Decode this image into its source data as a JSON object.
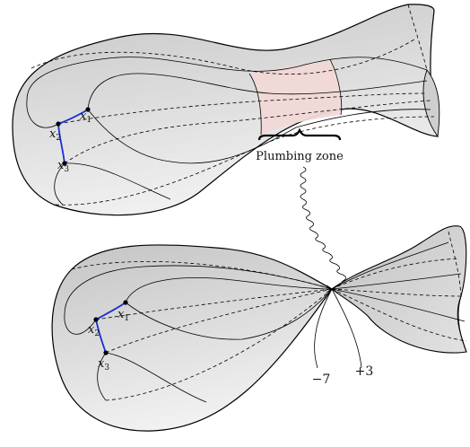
{
  "top_surface": {
    "points": [
      {
        "name": "x",
        "sub": "1"
      },
      {
        "name": "x",
        "sub": "2"
      },
      {
        "name": "x",
        "sub": "3"
      }
    ],
    "plumbing_label": "Plumbing zone",
    "zone_color": "#f0d8d6"
  },
  "bottom_surface": {
    "points": [
      {
        "name": "x",
        "sub": "1"
      },
      {
        "name": "x",
        "sub": "2"
      },
      {
        "name": "x",
        "sub": "3"
      }
    ],
    "left_weight": "−7",
    "right_weight": "+3"
  },
  "colors": {
    "path": "#1a2fd6",
    "surface_light": "#f2f2f2",
    "surface_dark": "#bdbdbd",
    "outline": "#000000"
  }
}
